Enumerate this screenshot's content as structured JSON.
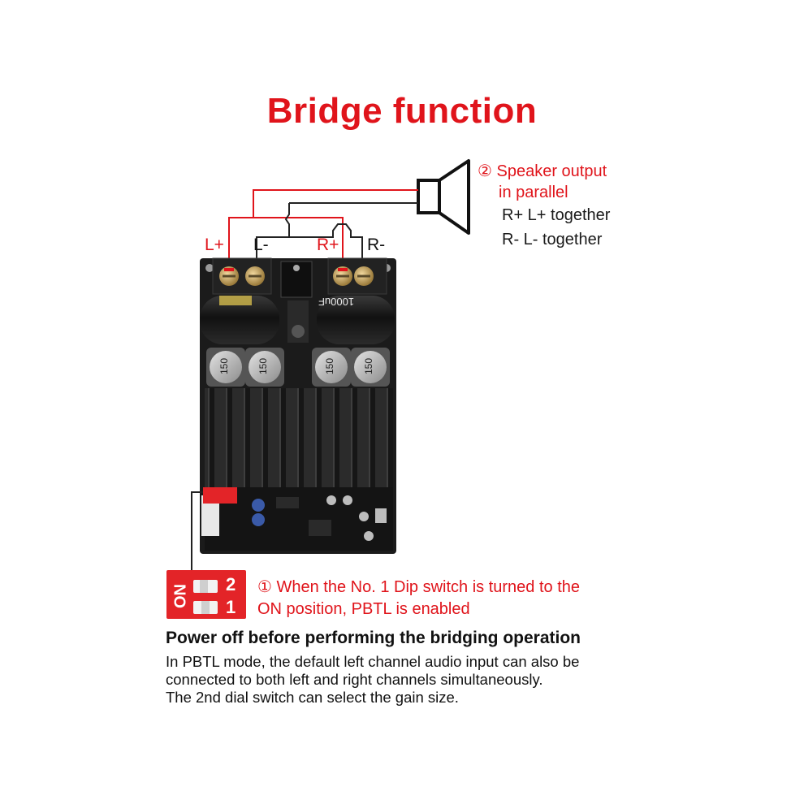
{
  "title": "Bridge function",
  "speaker_note": {
    "line1": "② Speaker output",
    "line2": "in parallel",
    "rule1": "R+ L+ together",
    "rule2": "R- L- together"
  },
  "terminals": {
    "l_plus": "L+",
    "l_minus": "L-",
    "r_plus": "R+",
    "r_minus": "R-"
  },
  "board": {
    "capacitor_label": "1000uF",
    "inductor_label": "150",
    "dip_on": "ON",
    "dip_1": "1",
    "dip_2": "2"
  },
  "dip_note": {
    "line1": "① When the No. 1 Dip switch is turned to the",
    "line2": "ON position, PBTL is enabled"
  },
  "warning": "Power off before performing the bridging operation",
  "description": {
    "line1": "In PBTL mode, the default left channel audio input can also be",
    "line2": "connected to both left and right channels simultaneously.",
    "line3": "The 2nd dial switch can select the gain size."
  },
  "colors": {
    "accent_red": "#e0141b",
    "board_black": "#1b1b1b",
    "wire_dark": "#222222"
  },
  "icons": [
    "speaker-icon",
    "dip-switch-icon"
  ]
}
